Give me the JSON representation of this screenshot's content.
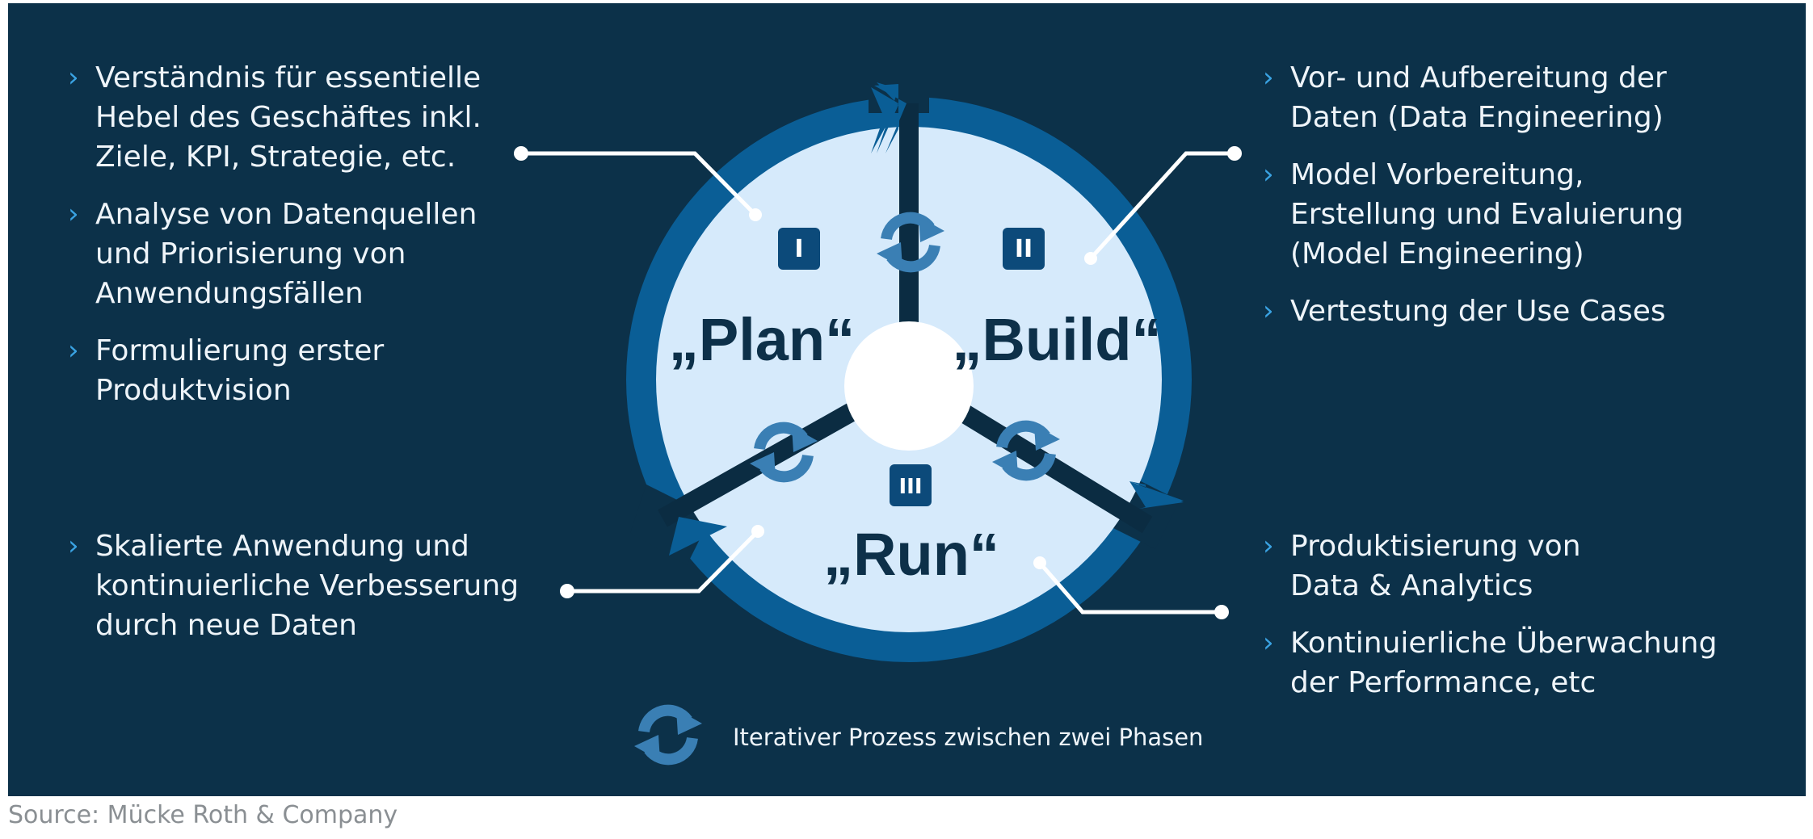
{
  "colors": {
    "background": "#0c3149",
    "ring": "#0a5e96",
    "inner_circle": "#d6eafb",
    "center": "#ffffff",
    "divider": "#0b2c42",
    "cycle_icon": "#3a7fb4",
    "chevron": "#3aa3e3",
    "label_text": "#0d3049"
  },
  "phases": [
    {
      "numeral": "I",
      "label": "„Plan“"
    },
    {
      "numeral": "II",
      "label": "„Build“"
    },
    {
      "numeral": "III",
      "label": "„Run“"
    }
  ],
  "blocks": {
    "plan": [
      "Verständnis für essentielle\nHebel des Geschäftes inkl.\nZiele, KPI, Strategie, etc.",
      "Analyse von Datenquellen\nund Priorisierung von\nAnwendungsfällen",
      "Formulierung erster\nProduktvision"
    ],
    "build": [
      "Vor- und Aufbereitung der\nDaten (Data Engineering)",
      "Model Vorbereitung,\nErstellung und Evaluierung\n(Model Engineering)",
      "Vertestung der Use Cases"
    ],
    "run_left": [
      "Skalierte Anwendung und\nkontinuierliche Verbesserung\ndurch neue Daten"
    ],
    "run_right": [
      "Produktisierung von\nData & Analytics",
      "Kontinuierliche Überwachung\nder Performance, etc"
    ]
  },
  "legend": {
    "icon": "cycle-arrows-icon",
    "label": "Iterativer Prozess zwischen zwei Phasen"
  },
  "source": "Source: Mücke Roth & Company"
}
